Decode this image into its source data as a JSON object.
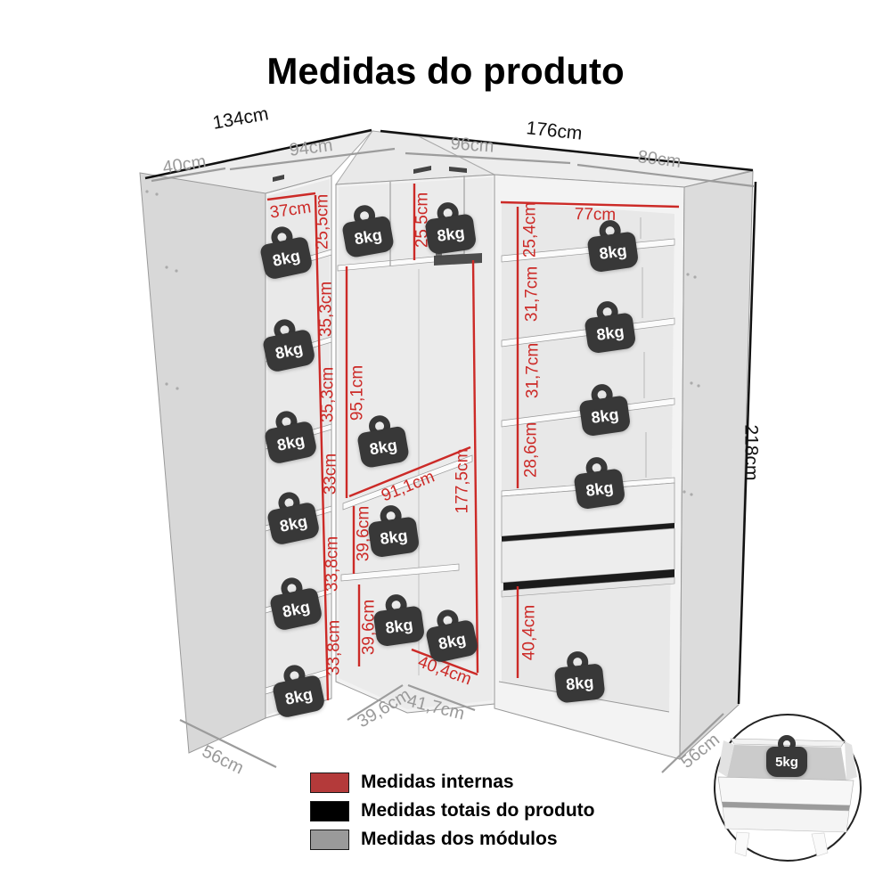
{
  "title": "Medidas do produto",
  "icons": {
    "weight_label": "8kg"
  },
  "inset": {
    "weight_label": "5kg"
  },
  "dims": {
    "total": {
      "left_width": "134cm",
      "right_width": "176cm",
      "height": "218cm"
    },
    "modules": {
      "left_depth": "40cm",
      "left_width": "94cm",
      "corner_width": "96cm",
      "right_width": "80cm",
      "left_side_depth": "56cm",
      "corner_floor_left": "39,6cm",
      "corner_floor_right": "41,7cm",
      "right_side_depth": "56cm"
    },
    "internal": {
      "left": {
        "width": "37cm",
        "sections": [
          "25,5cm",
          "35,3cm",
          "35,3cm",
          "33cm",
          "33,8cm",
          "33,8cm"
        ]
      },
      "middle": {
        "top": "25,5cm",
        "hang_height": "95,1cm",
        "total_height": "177,5cm",
        "shelf_width": "91,1cm",
        "sections": [
          "39,6cm",
          "39,6cm"
        ],
        "floor_width": "40,4cm"
      },
      "right": {
        "width": "77cm",
        "sections": [
          "25,4cm",
          "31,7cm",
          "31,7cm",
          "28,6cm"
        ],
        "bottom": "40,4cm"
      }
    }
  },
  "legend": {
    "internal": {
      "label": "Medidas internas",
      "color": "#b43a3a"
    },
    "total": {
      "label": "Medidas totais do produto",
      "color": "#000000"
    },
    "module": {
      "label": "Medidas dos módulos",
      "color": "#9a9a9a"
    }
  }
}
